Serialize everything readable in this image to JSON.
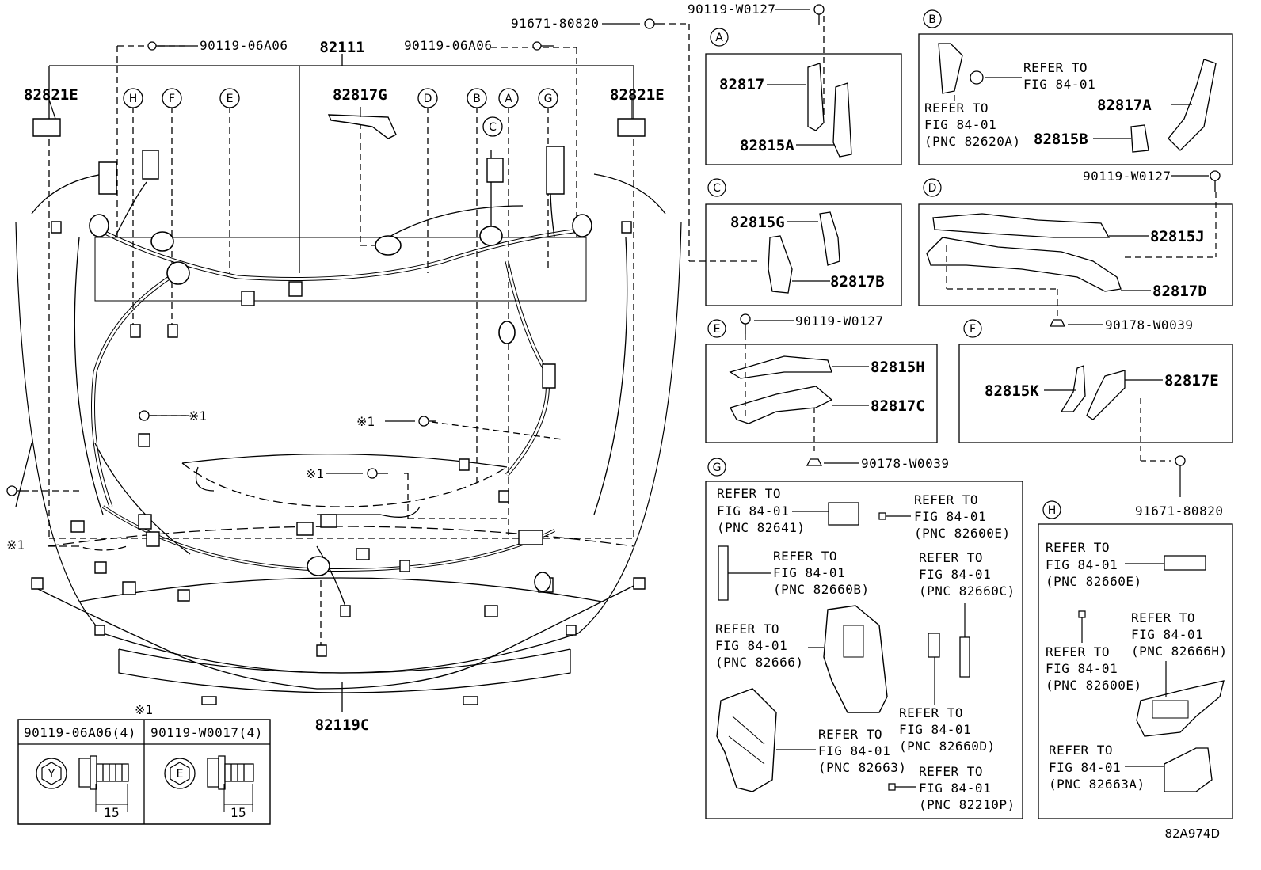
{
  "main": {
    "harness_top": "82111",
    "harness_bottom": "82119C",
    "left_clip": "82821E",
    "right_clip": "82821E",
    "bracket_top": "82817G",
    "bolt_top_left": "90119-06A06",
    "bolt_top_mid": "90119-06A06",
    "clip_top": "91671-80820",
    "bolt_top_right": "90119-W0127",
    "markers": [
      "H",
      "F",
      "E",
      "D",
      "B",
      "A",
      "C",
      "G"
    ],
    "ref_mark": "※1"
  },
  "boxes": {
    "A": {
      "letter": "A",
      "p1": "82817",
      "p2": "82815A"
    },
    "B": {
      "letter": "B",
      "refer1": [
        "REFER TO",
        "FIG 84-01"
      ],
      "refer2": [
        "REFER TO",
        "FIG 84-01",
        "(PNC 82620A)"
      ],
      "p1": "82817A",
      "p2": "82815B",
      "bolt": "90119-W0127"
    },
    "C": {
      "letter": "C",
      "p1": "82815G",
      "p2": "82817B"
    },
    "D": {
      "letter": "D",
      "p1": "82815J",
      "p2": "82817D",
      "clip": "90178-W0039"
    },
    "E": {
      "letter": "E",
      "bolt": "90119-W0127",
      "p1": "82815H",
      "p2": "82817C",
      "clip": "90178-W0039"
    },
    "F": {
      "letter": "F",
      "p1": "82815K",
      "p2": "82817E",
      "clip": "91671-80820"
    },
    "G": {
      "letter": "G",
      "refs": [
        [
          "REFER TO",
          "FIG 84-01",
          "(PNC 82641)"
        ],
        [
          "REFER TO",
          "FIG 84-01",
          "(PNC 82600E)"
        ],
        [
          "REFER TO",
          "FIG 84-01",
          "(PNC 82660B)"
        ],
        [
          "REFER TO",
          "FIG 84-01",
          "(PNC 82660C)"
        ],
        [
          "REFER TO",
          "FIG 84-01",
          "(PNC 82666)"
        ],
        [
          "REFER TO",
          "FIG 84-01",
          "(PNC 82660D)"
        ],
        [
          "REFER TO",
          "FIG 84-01",
          "(PNC 82663)"
        ],
        [
          "REFER TO",
          "FIG 84-01",
          "(PNC 82210P)"
        ]
      ]
    },
    "H": {
      "letter": "H",
      "refs": [
        [
          "REFER TO",
          "FIG 84-01",
          "(PNC 82660E)"
        ],
        [
          "REFER TO",
          "FIG 84-01",
          "(PNC 82666H)"
        ],
        [
          "REFER TO",
          "FIG 84-01",
          "(PNC 82600E)"
        ],
        [
          "REFER TO",
          "FIG 84-01",
          "(PNC 82663A)"
        ]
      ]
    }
  },
  "table": {
    "mark": "※1",
    "col1": "90119-06A06(4)",
    "col2": "90119-W0017(4)",
    "sym1": "Y",
    "sym2": "E",
    "dim1": "15",
    "dim2": "15"
  },
  "sheet_id": "82A974D"
}
